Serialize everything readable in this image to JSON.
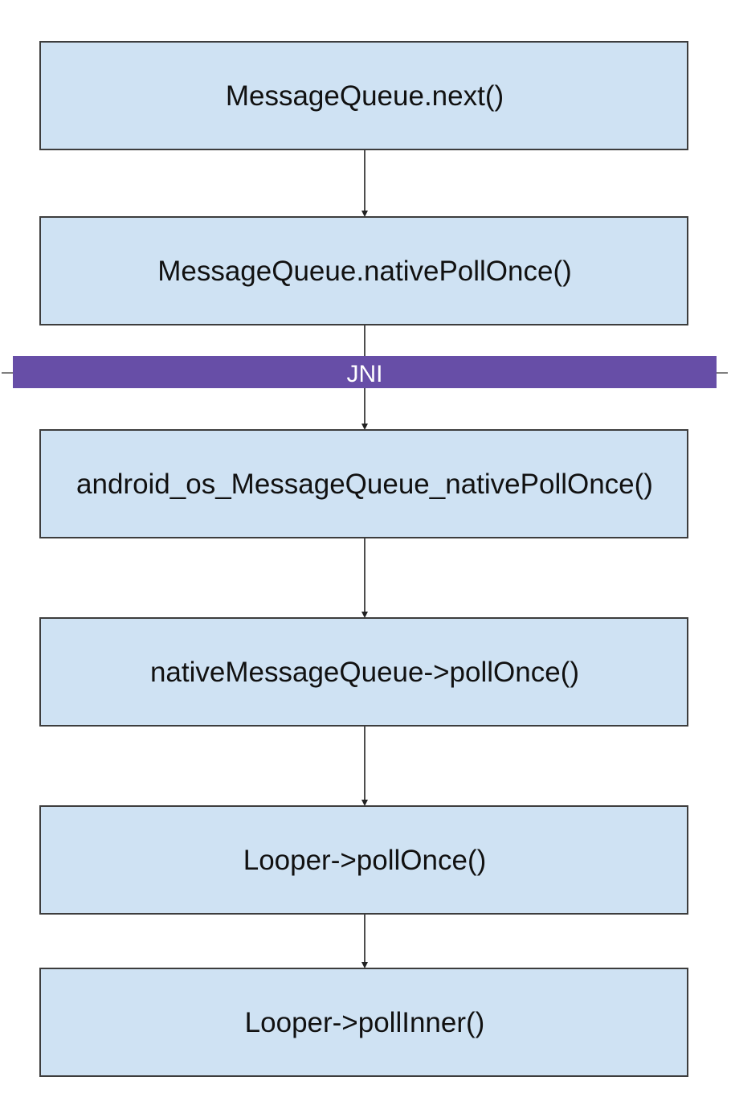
{
  "diagram": {
    "type": "flowchart",
    "nodes": [
      {
        "id": "n1",
        "label": "MessageQueue.next()"
      },
      {
        "id": "n2",
        "label": "MessageQueue.nativePollOnce()"
      },
      {
        "id": "n3",
        "label": "android_os_MessageQueue_nativePollOnce()"
      },
      {
        "id": "n4",
        "label": "nativeMessageQueue->pollOnce()"
      },
      {
        "id": "n5",
        "label": "Looper->pollOnce()"
      },
      {
        "id": "n6",
        "label": "Looper->pollInner()"
      }
    ],
    "edges": [
      {
        "from": "n1",
        "to": "n2"
      },
      {
        "from": "n2",
        "to": "n3"
      },
      {
        "from": "n3",
        "to": "n4"
      },
      {
        "from": "n4",
        "to": "n5"
      },
      {
        "from": "n5",
        "to": "n6"
      }
    ],
    "boundary": {
      "label": "JNI",
      "between": [
        "n2",
        "n3"
      ]
    },
    "colors": {
      "node_fill": "#cfe2f3",
      "node_border": "#3d3d3d",
      "boundary_fill": "#674ea7",
      "boundary_text": "#ffffff"
    }
  }
}
